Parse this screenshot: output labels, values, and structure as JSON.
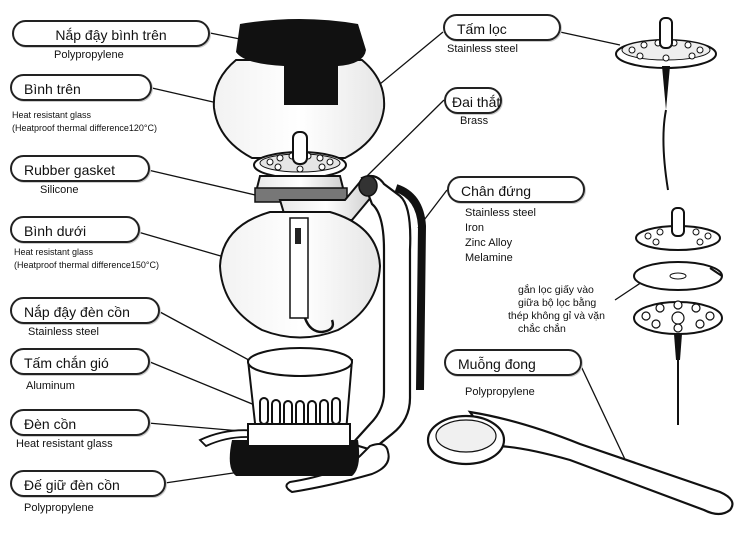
{
  "labels": {
    "top_lid": {
      "title": "Nắp đậy bình trên",
      "material": "Polypropylene"
    },
    "upper_bowl": {
      "title": "Bình trên",
      "material_lines": [
        "Heat resistant glass",
        "(Heatproof thermal difference120°C)"
      ]
    },
    "rubber_gasket": {
      "title": "Rubber gasket",
      "material": "Silicone"
    },
    "lower_bowl": {
      "title": "Bình dưới",
      "material_lines": [
        "Heat resistant glass",
        "(Heatproof thermal difference150°C)"
      ]
    },
    "burner_cap": {
      "title": "Nắp đậy đèn cồn",
      "material": "Stainless steel"
    },
    "windshield": {
      "title": "Tấm chắn gió",
      "material": "Aluminum"
    },
    "alcohol_burner": {
      "title": "Đèn cồn",
      "material": "Heat resistant glass"
    },
    "burner_holder": {
      "title": "Đế giữ đèn cồn",
      "material": "Polypropylene"
    },
    "filter": {
      "title": "Tấm lọc",
      "material": "Stainless steel"
    },
    "clamp": {
      "title": "Đai thắt",
      "material": "Brass"
    },
    "stand": {
      "title": "Chân đứng",
      "materials": [
        "Stainless steel",
        "Iron",
        "Zinc Alloy",
        "Melamine"
      ]
    },
    "measuring_spoon": {
      "title": "Muỗng đong",
      "material": "Polypropylene"
    }
  },
  "filter_note": [
    "gắn lọc giấy vào",
    "giữa bộ lọc bằng",
    "thép không gỉ và vặn",
    "chắc chắn"
  ],
  "colors": {
    "ink": "#111111",
    "glass": "#ffffff",
    "lid": "#111111",
    "base": "#111111"
  }
}
